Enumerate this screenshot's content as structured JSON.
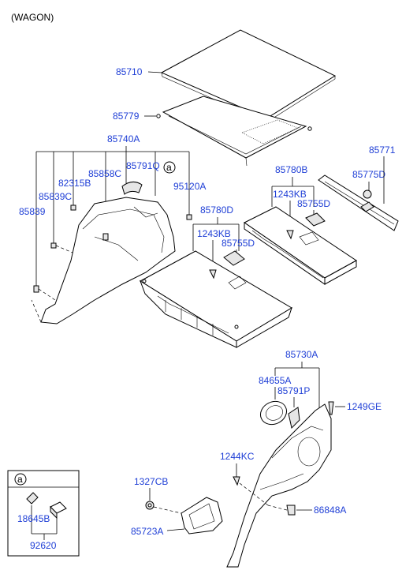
{
  "header": {
    "variant": "(WAGON)"
  },
  "callouts": {
    "a_marker": "a",
    "p85710": "85710",
    "p85779": "85779",
    "p85740A": "85740A",
    "p82315B": "82315B",
    "p85858C": "85858C",
    "p85791Q": "85791Q",
    "p95120A": "95120A",
    "p85839C": "85839C",
    "p85839": "85839",
    "p85780B": "85780B",
    "p1243KB_top": "1243KB",
    "p85755D_top": "85755D",
    "p85780D": "85780D",
    "p1243KB_mid": "1243KB",
    "p85755D_mid": "85755D",
    "p85771": "85771",
    "p85775D": "85775D",
    "p85730A": "85730A",
    "p84655A": "84655A",
    "p85791P": "85791P",
    "p1249GE": "1249GE",
    "p1244KC": "1244KC",
    "p86848A": "86848A",
    "p1327CB": "1327CB",
    "p85723A": "85723A",
    "p18645B": "18645B",
    "p92620": "92620"
  }
}
